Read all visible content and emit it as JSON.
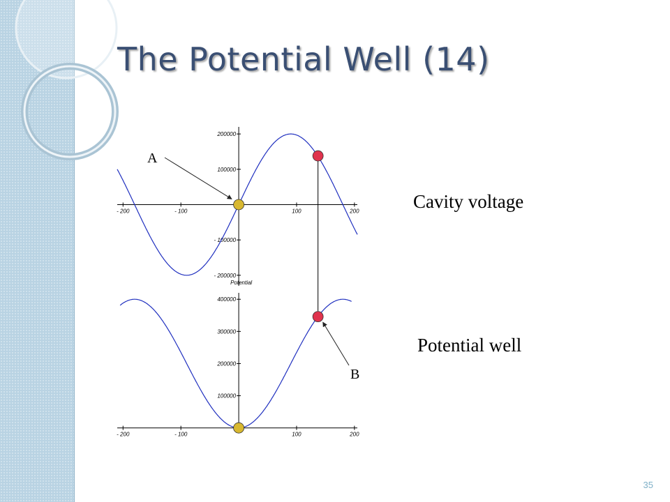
{
  "slide": {
    "title": "The Potential Well (14)",
    "page_number": "35",
    "captions": {
      "cavity": "Cavity voltage",
      "potential": "Potential well"
    },
    "point_labels": {
      "a": "A",
      "b": "B"
    }
  },
  "colors": {
    "curve": "#1f2fbf",
    "point_a": "#d8b830",
    "point_b": "#e0334d",
    "title": "#3a4f73",
    "band": "#b9d3e3"
  },
  "chart_data": [
    {
      "type": "line",
      "title": "",
      "xlabel": "",
      "ylabel": "",
      "xlim": [
        -210,
        205
      ],
      "ylim": [
        -230000,
        220000
      ],
      "xticks": [
        -200,
        -100,
        100,
        200
      ],
      "xtick_labels": [
        "- 200",
        "- 100",
        "100",
        "200"
      ],
      "yticks": [
        200000,
        100000,
        -100000,
        -200000
      ],
      "ytick_labels": [
        "200000",
        "100000",
        "- 100000",
        "- 200000"
      ],
      "bottom_label": "Potential",
      "curve": {
        "function": "sine",
        "amplitude": 200000,
        "period": 360,
        "x_range": [
          -210,
          205
        ]
      },
      "points": [
        {
          "label": "A",
          "x": 0,
          "y": 0,
          "color": "#d8b830"
        },
        {
          "label": "",
          "x": 137,
          "y": 138000,
          "color": "#e0334d"
        }
      ]
    },
    {
      "type": "line",
      "title": "",
      "xlabel": "",
      "ylabel": "",
      "xlim": [
        -210,
        205
      ],
      "ylim": [
        -5000,
        420000
      ],
      "xticks": [
        -200,
        -100,
        100,
        200
      ],
      "xtick_labels": [
        "- 200",
        "- 100",
        "100",
        "200"
      ],
      "yticks": [
        100000,
        200000,
        300000,
        400000
      ],
      "ytick_labels": [
        "100000",
        "200000",
        "300000",
        "400000"
      ],
      "curve": {
        "function": "1-cos",
        "amplitude": 200000,
        "period": 360,
        "x_range": [
          -205,
          195
        ]
      },
      "points": [
        {
          "label": "",
          "x": 0,
          "y": 0,
          "color": "#d8b830"
        },
        {
          "label": "B",
          "x": 137,
          "y": 346000,
          "color": "#e0334d"
        }
      ]
    }
  ]
}
